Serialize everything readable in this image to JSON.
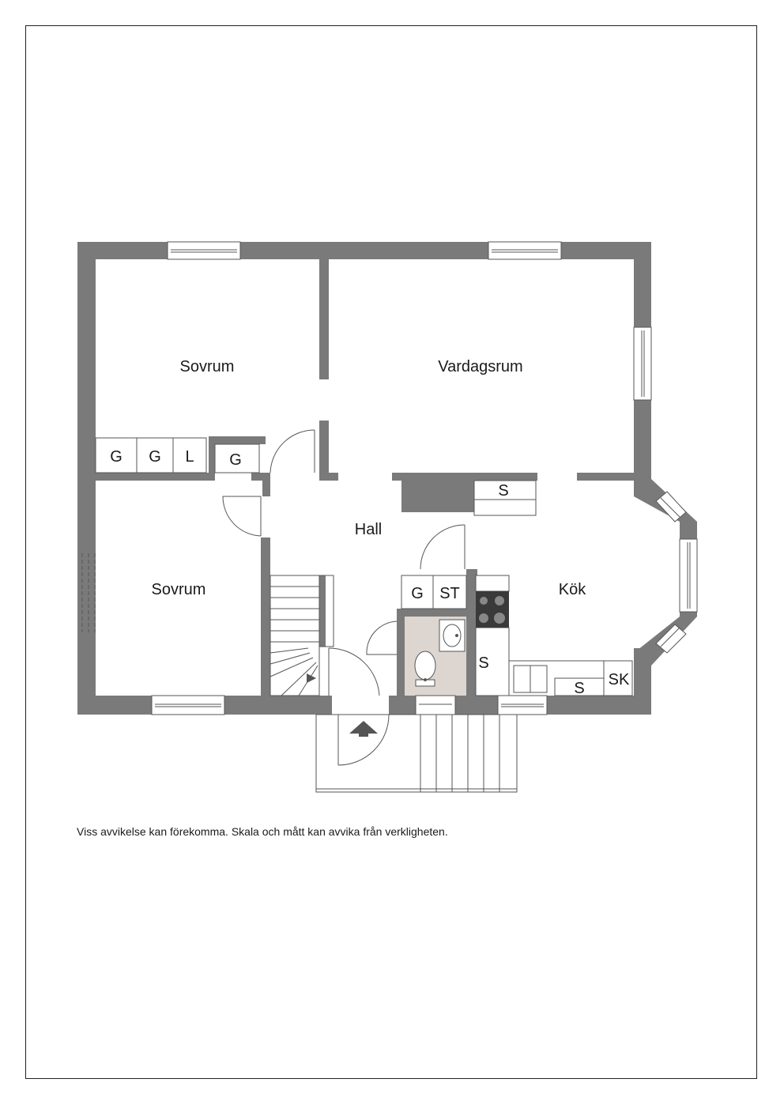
{
  "rooms": {
    "sovrum_top": "Sovrum",
    "vardagsrum": "Vardagsrum",
    "hall": "Hall",
    "sovrum_bottom": "Sovrum",
    "kok": "Kök"
  },
  "fixtures": {
    "wardrobe_1": "G",
    "wardrobe_2": "G",
    "linen": "L",
    "wardrobe_hall": "G",
    "hall_storage_s": "S",
    "wardrobe_bath": "G",
    "storage_st": "ST",
    "kitchen_s_left": "S",
    "kitchen_s_bottom": "S",
    "kitchen_sk": "SK"
  },
  "disclaimer": "Viss avvikelse kan förekomma. Skala och mått kan avvika från verkligheten.",
  "colors": {
    "wall": "#7a7a7a",
    "bath_floor": "#ddd6d0",
    "line": "#555555"
  }
}
